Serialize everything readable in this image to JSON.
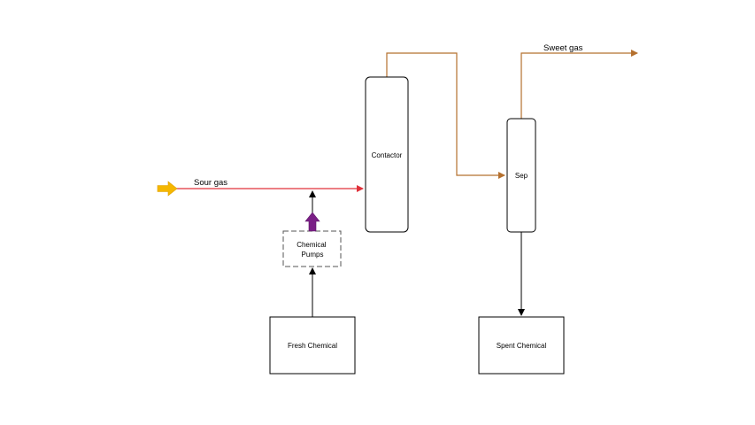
{
  "diagram": {
    "nodes": {
      "contactor": "Contactor",
      "separator": "Sep",
      "chemical_pumps": [
        "Chemical",
        "Pumps"
      ],
      "fresh_chemical": "Fresh Chemical",
      "spent_chemical": "Spent Chemical"
    },
    "streams": {
      "sour_gas": "Sour gas",
      "sweet_gas": "Sweet gas"
    }
  },
  "colors": {
    "sour_gas_line": "#e0303a",
    "gas_line": "#b5702e",
    "liquid_line": "#000000",
    "feed_arrow": "#f5b700",
    "pump_arrow": "#7a1f86",
    "outline": "#000000"
  },
  "icons": {
    "feed_arrow": "thick-right-arrow-icon",
    "pump_arrow": "thick-up-arrow-icon"
  }
}
